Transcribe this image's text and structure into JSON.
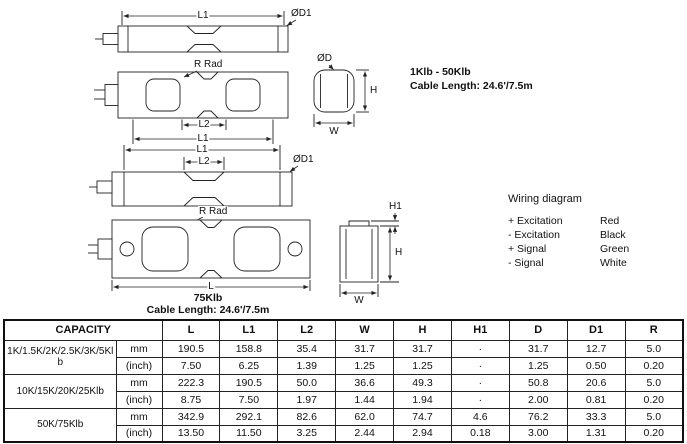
{
  "drawings": {
    "small": {
      "l1_top": "L1",
      "d1": "ØD1",
      "r_rad": "R Rad",
      "l2": "L2",
      "l1_bottom": "L1",
      "d": "ØD",
      "h": "H",
      "w": "W",
      "capacity": "1Klb - 50Klb",
      "cable": "Cable Length: 24.6'/7.5m"
    },
    "large": {
      "l1": "L1",
      "l2": "L2",
      "d1": "ØD1",
      "r_rad": "R Rad",
      "l": "L",
      "h1": "H1",
      "h": "H",
      "w": "W",
      "capacity": "75Klb",
      "cable": "Cable Length: 24.6'/7.5m"
    }
  },
  "wiring": {
    "title": "Wiring diagram",
    "rows": [
      {
        "label": "+ Excitation",
        "value": "Red"
      },
      {
        "label": "- Excitation",
        "value": "Black"
      },
      {
        "label": "+ Signal",
        "value": "Green"
      },
      {
        "label": "- Signal",
        "value": "White"
      }
    ]
  },
  "table": {
    "capacity_header": "CAPACITY",
    "columns": [
      "L",
      "L1",
      "L2",
      "W",
      "H",
      "H1",
      "D",
      "D1",
      "R"
    ],
    "groups": [
      {
        "capacity": "1K/1.5K/2K/2.5K/3K/5Klb",
        "rows": [
          {
            "unit": "mm",
            "values": [
              "190.5",
              "158.8",
              "35.4",
              "31.7",
              "31.7",
              "·",
              "31.7",
              "12.7",
              "5.0"
            ]
          },
          {
            "unit": "(inch)",
            "values": [
              "7.50",
              "6.25",
              "1.39",
              "1.25",
              "1.25",
              "·",
              "1.25",
              "0.50",
              "0.20"
            ]
          }
        ]
      },
      {
        "capacity": "10K/15K/20K/25Klb",
        "rows": [
          {
            "unit": "mm",
            "values": [
              "222.3",
              "190.5",
              "50.0",
              "36.6",
              "49.3",
              "·",
              "50.8",
              "20.6",
              "5.0"
            ]
          },
          {
            "unit": "(inch)",
            "values": [
              "8.75",
              "7.50",
              "1.97",
              "1.44",
              "1.94",
              "·",
              "2.00",
              "0.81",
              "0.20"
            ]
          }
        ]
      },
      {
        "capacity": "50K/75Klb",
        "rows": [
          {
            "unit": "mm",
            "values": [
              "342.9",
              "292.1",
              "82.6",
              "62.0",
              "74.7",
              "4.6",
              "76.2",
              "33.3",
              "5.0"
            ]
          },
          {
            "unit": "(inch)",
            "values": [
              "13.50",
              "11.50",
              "3.25",
              "2.44",
              "2.94",
              "0.18",
              "3.00",
              "1.31",
              "0.20"
            ]
          }
        ]
      }
    ]
  }
}
